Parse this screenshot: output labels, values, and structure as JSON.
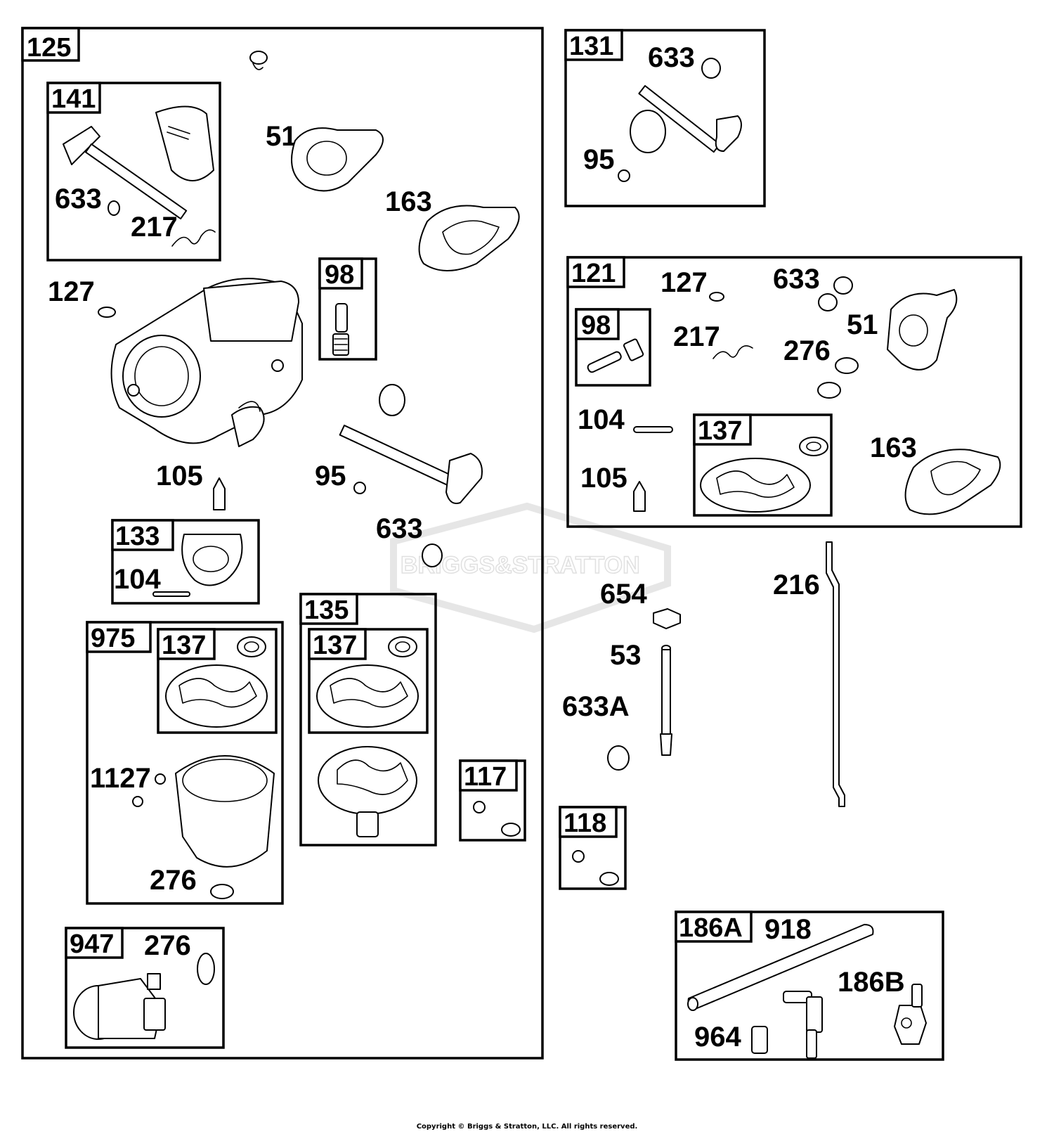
{
  "callouts": {
    "box_125": "125",
    "box_141": "141",
    "box_98": "98",
    "box_133": "133",
    "box_975": "975",
    "box_137_a": "137",
    "box_135": "135",
    "box_137_b": "137",
    "box_117": "117",
    "box_947": "947",
    "box_131": "131",
    "box_121": "121",
    "box_98_b": "98",
    "box_137_c": "137",
    "box_118": "118",
    "box_186A": "186A",
    "p51": "51",
    "p163": "163",
    "p633_141": "633",
    "p217_141": "217",
    "p127": "127",
    "p105": "105",
    "p95": "95",
    "p633": "633",
    "p104_133": "104",
    "p1127": "1127",
    "p276_975": "276",
    "p276_947": "276",
    "p633_131": "633",
    "p95_131": "95",
    "p127_121": "127",
    "p633_121": "633",
    "p217_121": "217",
    "p276_121": "276",
    "p51_121": "51",
    "p104_121": "104",
    "p105_121": "105",
    "p163_121": "163",
    "p654": "654",
    "p216": "216",
    "p53": "53",
    "p633A": "633A",
    "p918": "918",
    "p186B": "186B",
    "p964": "964"
  },
  "watermark": "BRIGGS&STRATTON",
  "copyright": "Copyright © Briggs & Stratton, LLC. All rights reserved."
}
